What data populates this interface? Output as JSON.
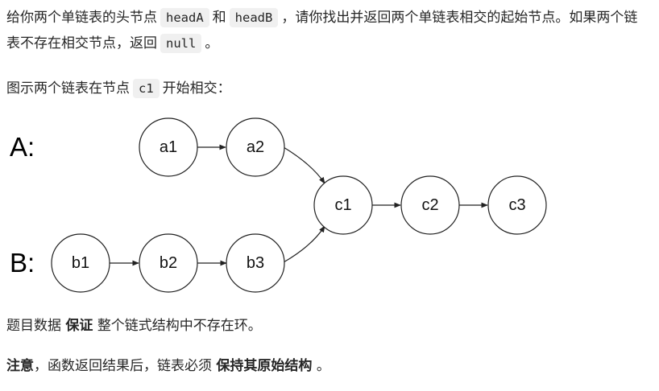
{
  "intro": {
    "t1": "给你两个单链表的头节点",
    "code_a": "headA",
    "t2": "和",
    "code_b": "headB",
    "t3": "，请你找出并返回两个单链表相交的起始节点。如果两个链表不存在相交节点，返回",
    "code_null": "null",
    "t4": "。"
  },
  "figure_caption": {
    "t1": "图示两个链表在节点",
    "code_c1": "c1",
    "t2": "开始相交："
  },
  "diagram": {
    "list_a_label": "A:",
    "list_b_label": "B:",
    "nodes": {
      "a1": "a1",
      "a2": "a2",
      "b1": "b1",
      "b2": "b2",
      "b3": "b3",
      "c1": "c1",
      "c2": "c2",
      "c3": "c3"
    }
  },
  "guarantee": {
    "t1": "题目数据",
    "bold": "保证",
    "t2": "整个链式结构中不存在环。"
  },
  "note": {
    "bold1": "注意",
    "t1": "，函数返回结果后，链表必须",
    "bold2": "保持其原始结构",
    "t2": "。"
  }
}
